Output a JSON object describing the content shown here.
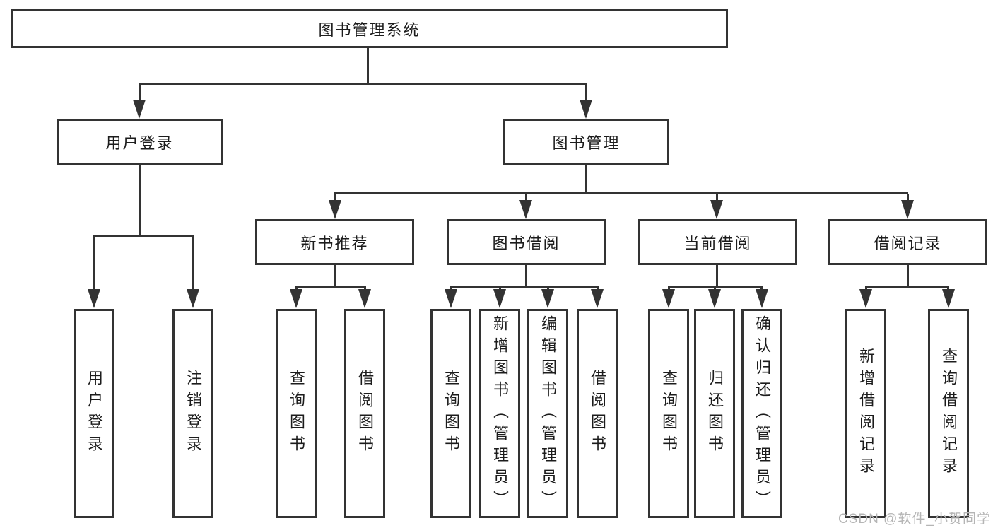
{
  "diagram": {
    "root": {
      "label": "图书管理系统"
    },
    "level2": [
      {
        "label": "用户登录"
      },
      {
        "label": "图书管理"
      }
    ],
    "level3": [
      {
        "label": "新书推荐"
      },
      {
        "label": "图书借阅"
      },
      {
        "label": "当前借阅"
      },
      {
        "label": "借阅记录"
      }
    ],
    "leaves": {
      "user_login": [
        {
          "label": "用户登录"
        },
        {
          "label": "注销登录"
        }
      ],
      "new_books": [
        {
          "label": "查询图书"
        },
        {
          "label": "借阅图书"
        }
      ],
      "book_borrow": [
        {
          "label": "查询图书"
        },
        {
          "label": "新增图书（管理员）"
        },
        {
          "label": "编辑图书（管理员）"
        },
        {
          "label": "借阅图书"
        }
      ],
      "current_borrow": [
        {
          "label": "查询图书"
        },
        {
          "label": "归还图书"
        },
        {
          "label": "确认归还（管理员）"
        }
      ],
      "borrow_records": [
        {
          "label": "新增借阅记录"
        },
        {
          "label": "查询借阅记录"
        }
      ]
    },
    "watermark": "CSDN @软件_小贺同学",
    "colors": {
      "line": "#333333",
      "text": "#1c1c1c",
      "background": "#ffffff",
      "watermark": "#b5b5b5"
    }
  }
}
